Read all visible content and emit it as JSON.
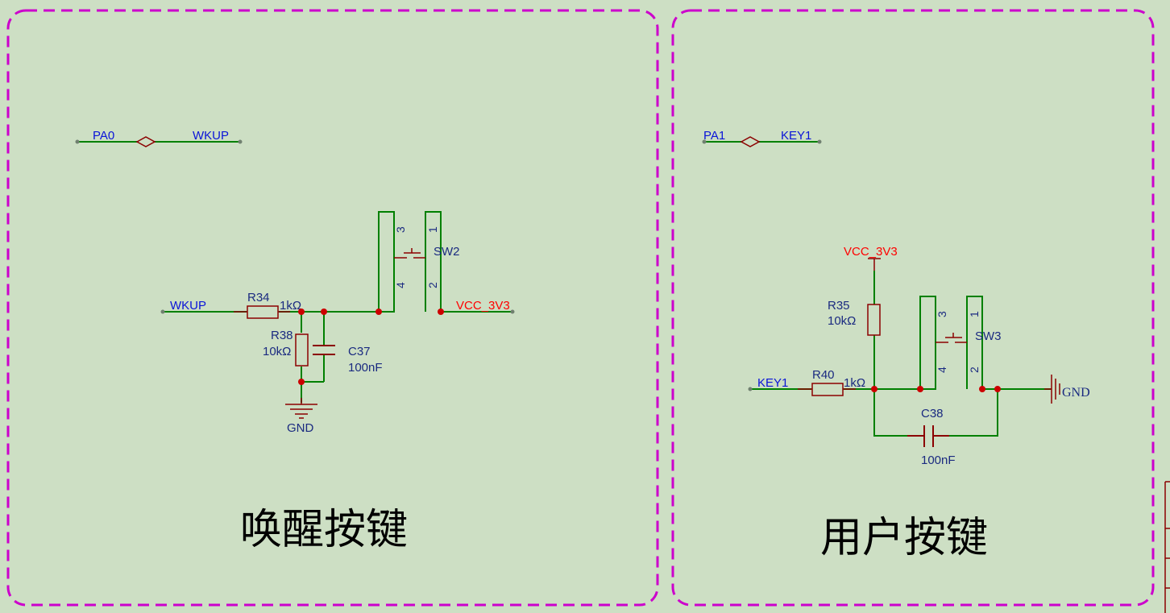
{
  "panels": [
    {
      "title": "唤醒按键",
      "netlink": {
        "left": "PA0",
        "right": "WKUP"
      },
      "net_in": "WKUP",
      "r_series": {
        "ref": "R34",
        "value": "1kΩ"
      },
      "r_pull": {
        "ref": "R38",
        "value": "10kΩ"
      },
      "cap": {
        "ref": "C37",
        "value": "100nF"
      },
      "switch": {
        "ref": "SW2",
        "pins": [
          "3",
          "4",
          "1",
          "2"
        ]
      },
      "power": "VCC_3V3",
      "ground": "GND"
    },
    {
      "title": "用户按键",
      "netlink": {
        "left": "PA1",
        "right": "KEY1"
      },
      "net_in": "KEY1",
      "r_series": {
        "ref": "R40",
        "value": "1kΩ"
      },
      "r_pull": {
        "ref": "R35",
        "value": "10kΩ"
      },
      "cap": {
        "ref": "C38",
        "value": "100nF"
      },
      "switch": {
        "ref": "SW3",
        "pins": [
          "3",
          "4",
          "1",
          "2"
        ]
      },
      "power": "VCC_3V3",
      "ground": "GND"
    }
  ],
  "colors": {
    "background": "#cddfc4",
    "border": "#cc00cc",
    "wire": "#008000",
    "component": "#8b0000",
    "junction": "#cc0000",
    "net_label": "#0a14d8",
    "power_label": "#ff0000",
    "designator": "#1a2a80"
  }
}
